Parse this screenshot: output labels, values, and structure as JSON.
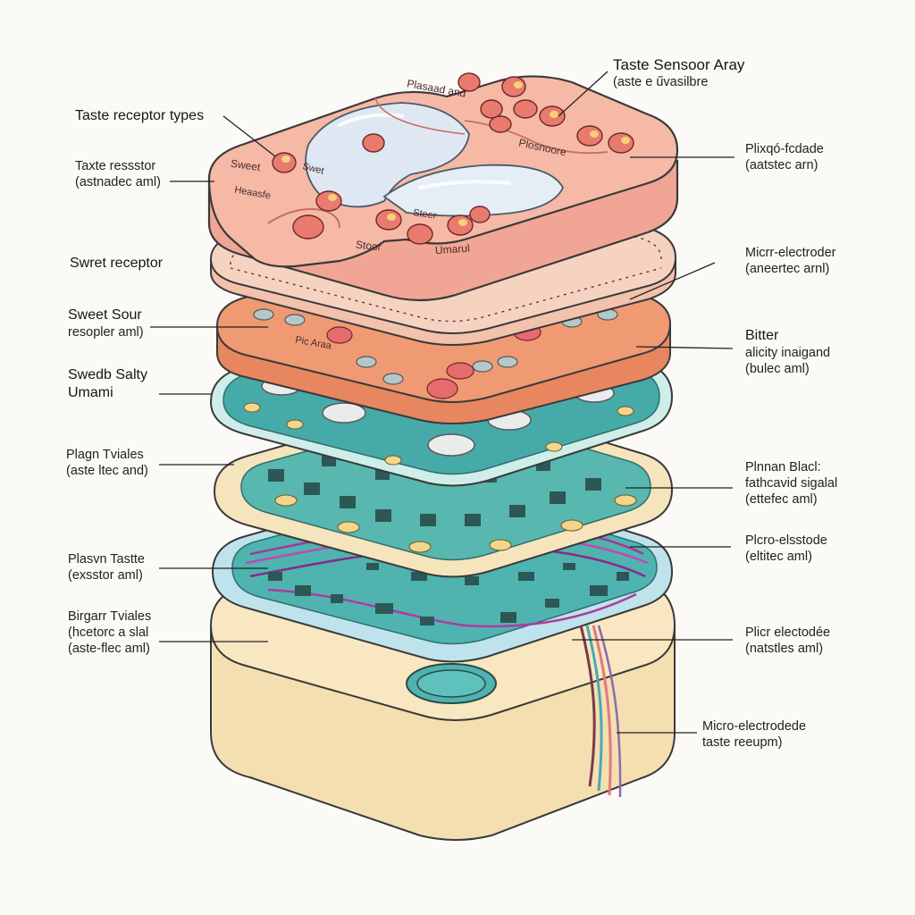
{
  "header": {
    "title": "Taste Sensoor Aray",
    "subtitle": "(aste e űvasilbre"
  },
  "labels_left": [
    {
      "line1": "Taste receptor types",
      "line2": ""
    },
    {
      "line1": "Taxte ressstor",
      "line2": "(astnadec aml)"
    },
    {
      "line1": "Swret receptor",
      "line2": ""
    },
    {
      "line1": "Sweet Sour",
      "line2": "resopler aml)"
    },
    {
      "line1": "Swedb Salty",
      "line2": "Umami"
    },
    {
      "line1": "Plagn Tviales",
      "line2": "(aste ltec and)"
    },
    {
      "line1": "Plasvn Tastte",
      "line2": "(exsstor aml)"
    },
    {
      "line1": "Birgarr Tviales",
      "line2": "(hcetorc a slal",
      "line3": "(aste-flec aml)"
    }
  ],
  "labels_right": [
    {
      "line1": "Plixqó-fcdade",
      "line2": "(aatstec arn)"
    },
    {
      "line1": "Micrr-electroder",
      "line2": "(aneertec arnl)"
    },
    {
      "line1": "Bitter",
      "line2": "alicity inaigand",
      "line3": "(bulec aml)"
    },
    {
      "line1": "Plnnan Blacl:",
      "line2": "fathcavid sigalal",
      "line3": "(ettefec aml)"
    },
    {
      "line1": "Plcro-elsstode",
      "line2": "(eltitec aml)"
    },
    {
      "line1": "Plicr electodée",
      "line2": "(natstles aml)"
    },
    {
      "line1": "Micro-electrodede",
      "line2": "taste reeupm)"
    }
  ],
  "top_layer_text": {
    "a": "Plasaad and",
    "b": "Plosnoore",
    "c": "Sweet",
    "d": "Swet",
    "e": "Heaasfe",
    "f": "Steer",
    "g": "Stoor",
    "h": "Umarul",
    "i": "Pic Araa"
  },
  "colors": {
    "top_pink": "#f4b3a1",
    "top_edge": "#e88f7d",
    "gel": "#dfe9f4",
    "orange_layer": "#ee9670",
    "teal_board": "#4fb3b0",
    "cream": "#f7e6c2",
    "trace_purple": "#a8359a",
    "base": "#f6e3b8"
  }
}
